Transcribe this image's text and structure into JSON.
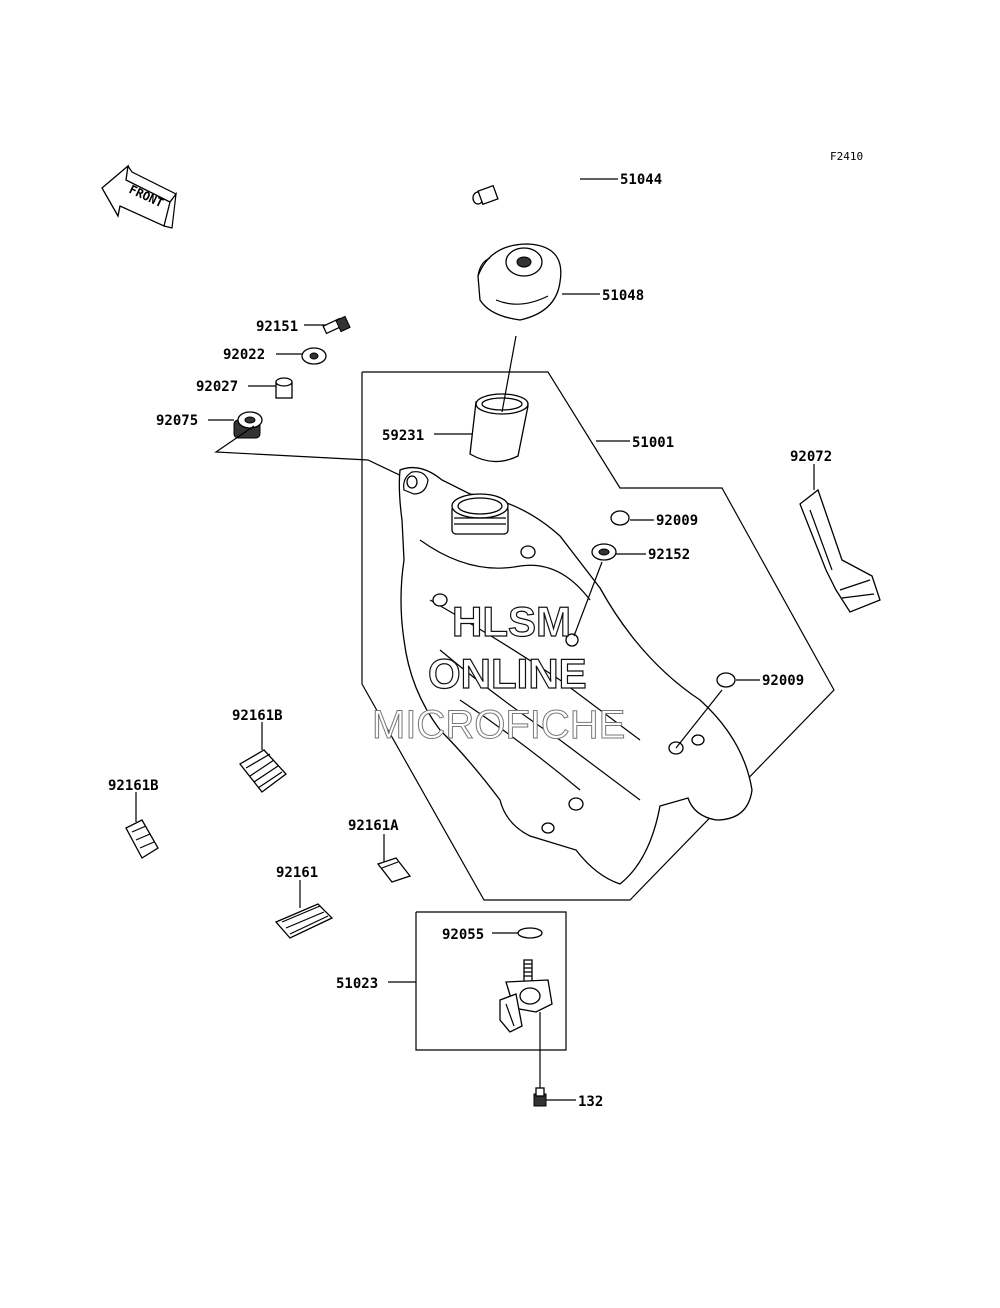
{
  "figure_code": "F2410",
  "front_arrow_label": "FRONT",
  "watermark": {
    "line1": "HLSM",
    "line2": "ONLINE",
    "line3": "MICROFICHE"
  },
  "parts": [
    {
      "number": "51044"
    },
    {
      "number": "51048"
    },
    {
      "number": "92151"
    },
    {
      "number": "92022"
    },
    {
      "number": "92027"
    },
    {
      "number": "92075"
    },
    {
      "number": "59231"
    },
    {
      "number": "51001"
    },
    {
      "number": "92072"
    },
    {
      "number": "92009"
    },
    {
      "number": "92152"
    },
    {
      "number": "92009"
    },
    {
      "number": "92161B"
    },
    {
      "number": "92161B"
    },
    {
      "number": "92161A"
    },
    {
      "number": "92161"
    },
    {
      "number": "92055"
    },
    {
      "number": "51023"
    },
    {
      "number": "132"
    }
  ]
}
